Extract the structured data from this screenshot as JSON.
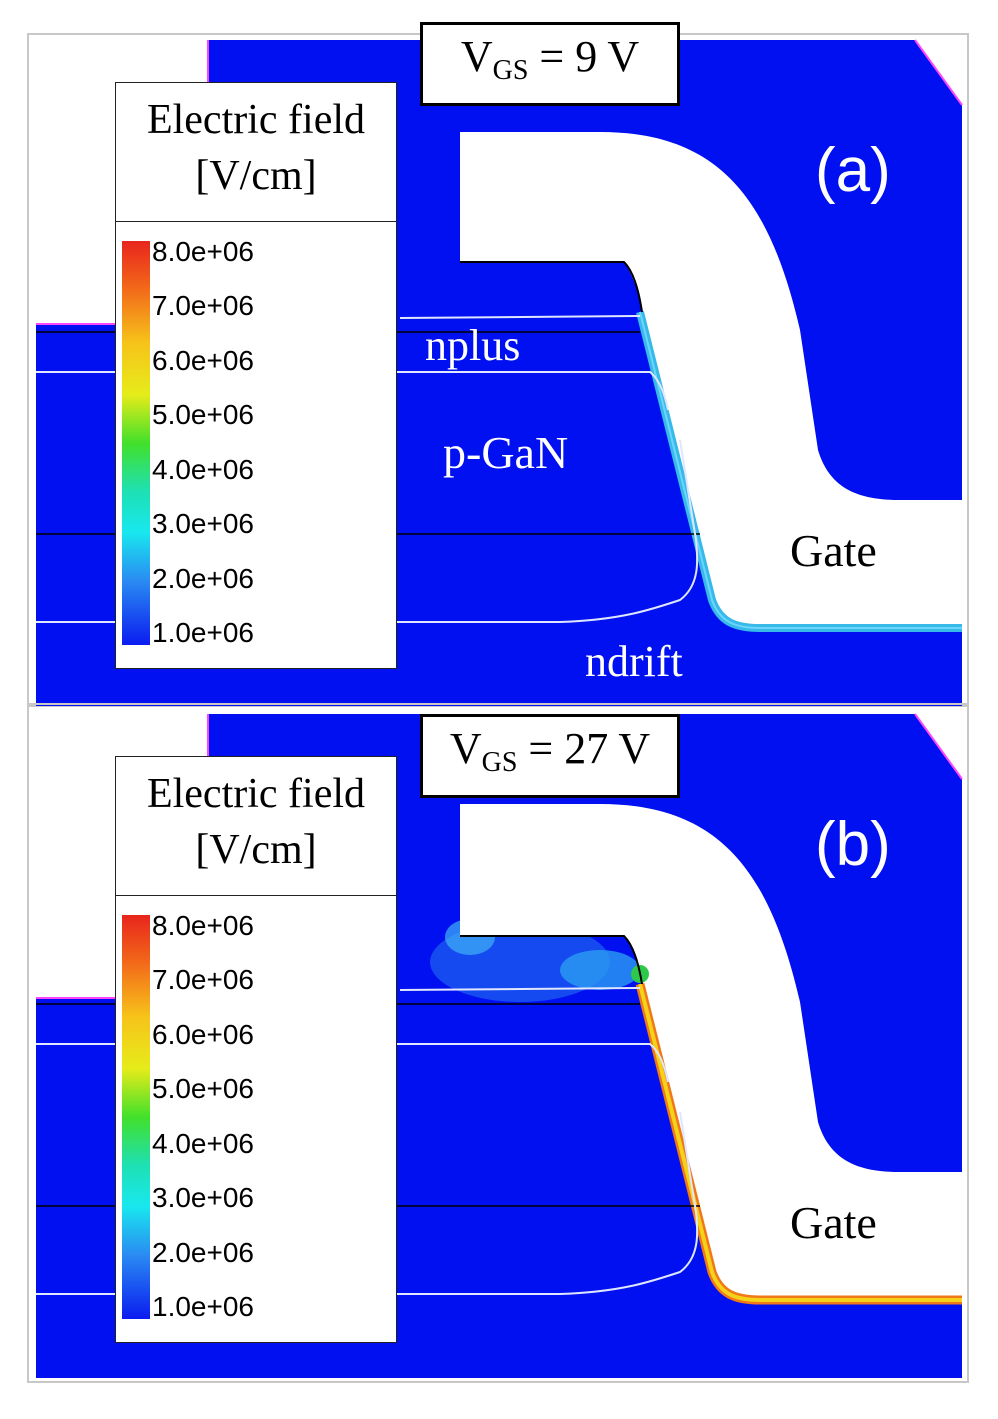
{
  "panels": [
    {
      "id": "a",
      "tag": "(a)",
      "vgs": {
        "symbol": "V",
        "sub": "GS",
        "rest": " = 9 V"
      },
      "legend": {
        "title_line1": "Electric field",
        "title_line2": "[V/cm]",
        "ticks": [
          "8.0e+06",
          "7.0e+06",
          "6.0e+06",
          "5.0e+06",
          "4.0e+06",
          "3.0e+06",
          "2.0e+06",
          "1.0e+06"
        ]
      },
      "regions": {
        "nplus": "nplus",
        "pgan": "p-GaN",
        "ndrift": "ndrift",
        "gate": "Gate"
      },
      "oxide_field_color": "#39b9e8"
    },
    {
      "id": "b",
      "tag": "(b)",
      "vgs": {
        "symbol": "V",
        "sub": "GS",
        "rest": " = 27 V"
      },
      "legend": {
        "title_line1": "Electric field",
        "title_line2": "[V/cm]",
        "ticks": [
          "8.0e+06",
          "7.0e+06",
          "6.0e+06",
          "5.0e+06",
          "4.0e+06",
          "3.0e+06",
          "2.0e+06",
          "1.0e+06"
        ]
      },
      "regions": {
        "gate": "Gate"
      },
      "oxide_field_color": "#f5b400"
    }
  ],
  "colors": {
    "background_field": "#0010f0",
    "gate_fill": "#ffffff",
    "colorbar_top": "#e8251c",
    "colorbar_bottom": "#0b1cf0",
    "region_lines": "#dfe6ff",
    "junction_lines": "#000000"
  }
}
